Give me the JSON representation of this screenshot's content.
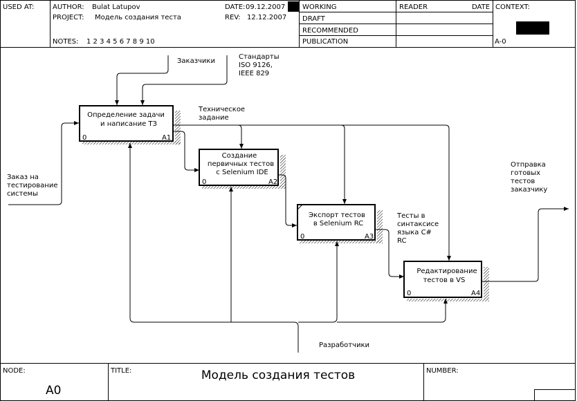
{
  "header": {
    "used_at_label": "USED AT:",
    "author_label": "AUTHOR:",
    "author_value": "Bulat Latupov",
    "project_label": "PROJECT:",
    "project_value": "Модель создания теста",
    "date_label": "DATE:",
    "date_value": "09.12.2007",
    "rev_label": "REV:",
    "rev_value": "12.12.2007",
    "notes_label": "NOTES:",
    "notes_value": "1 2 3 4 5 6 7 8 9 10",
    "status_working": "WORKING",
    "status_draft": "DRAFT",
    "status_recommended": "RECOMMENDED",
    "status_publication": "PUBLICATION",
    "reader_label": "READER",
    "reader_date_label": "DATE",
    "context_label": "CONTEXT:",
    "context_node": "A-0"
  },
  "diagram": {
    "boxes": [
      {
        "id": "A1",
        "lines": [
          "Определение задачи",
          "и написание ТЗ"
        ],
        "cost": "0",
        "node": "A1"
      },
      {
        "id": "A2",
        "lines": [
          "Создание",
          "первичных тестов",
          "с Selenium IDE"
        ],
        "cost": "0",
        "node": "A2"
      },
      {
        "id": "A3",
        "lines": [
          "Экспорт тестов",
          "в Selenium RC"
        ],
        "cost": "0",
        "node": "A3"
      },
      {
        "id": "A4",
        "lines": [
          "Редактирование",
          "тестов в VS"
        ],
        "cost": "0",
        "node": "A4"
      }
    ],
    "labels": {
      "customers": "Заказчики",
      "standards": [
        "Стандарты",
        "ISO 9126,",
        "IEEE 829"
      ],
      "tech_task": [
        "Техническое",
        "задание"
      ],
      "order": [
        "Заказ на",
        "тестирование",
        "системы"
      ],
      "send": [
        "Отправка",
        "готовых",
        "тестов",
        "заказчику"
      ],
      "tests_cs": [
        "Тесты в",
        "синтаксисе",
        "языка C#",
        "RC"
      ],
      "developers": "Разработчики"
    }
  },
  "footer": {
    "node_label": "NODE:",
    "node_value": "A0",
    "title_label": "TITLE:",
    "title_value": "Модель создания тестов",
    "number_label": "NUMBER:"
  }
}
